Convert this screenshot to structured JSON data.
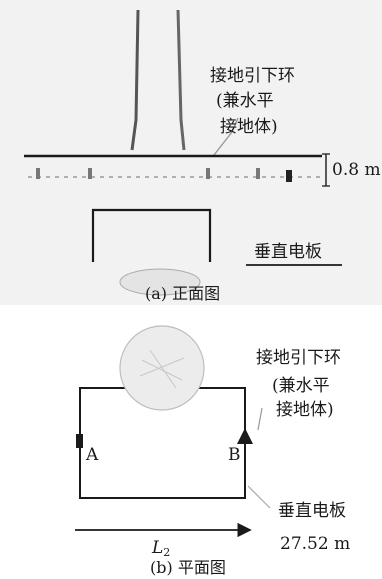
{
  "figure_a": {
    "label_ring": "接地引下环",
    "label_ring_note_1": "(兼水平",
    "label_ring_note_2": "接地体)",
    "label_depth": "0.8 m",
    "label_plate": "垂直电板",
    "caption": "(a) 正面图"
  },
  "figure_b": {
    "label_ring": "接地引下环",
    "label_ring_note_1": "(兼水平",
    "label_ring_note_2": "接地体)",
    "label_point_a": "A",
    "label_point_b": "B",
    "label_plate": "垂直电板",
    "label_length_symbol": "L",
    "label_length_subscript": "2",
    "label_length_value": "27.52 m",
    "caption": "(b) 平面图"
  }
}
